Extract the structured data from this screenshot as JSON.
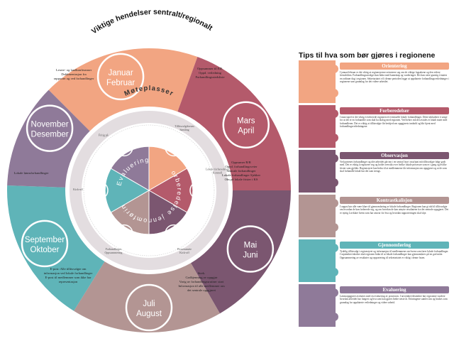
{
  "outer_title": "Viktige hendelser sentralt/regionalt",
  "inner_title": "Møteplasser",
  "colors": {
    "orientering": "#f2a582",
    "forberedelser": "#b45a6b",
    "observasjon": "#7b5670",
    "kontrastkalisjon": "#b39593",
    "gjennomforing": "#5fb4b8",
    "evaluering": "#8f7a99",
    "ring_light": "#e3dde0",
    "text_dark": "#333333"
  },
  "months": [
    {
      "id": "jan-feb",
      "line1": "Januar",
      "line2": "Februar",
      "color": "#f2a582"
    },
    {
      "id": "mar-apr",
      "line1": "Mars",
      "line2": "April",
      "color": "#b45a6b"
    },
    {
      "id": "mai-jun",
      "line1": "Mai",
      "line2": "Juni",
      "color": "#7b5670"
    },
    {
      "id": "jul-aug",
      "line1": "Juli",
      "line2": "August",
      "color": "#b39593"
    },
    {
      "id": "sep-okt",
      "line1": "September",
      "line2": "Oktober",
      "color": "#5fb4b8"
    },
    {
      "id": "nov-des",
      "line1": "November",
      "line2": "Desember",
      "color": "#8f7a99"
    }
  ],
  "ring_texts": [
    {
      "id": "jan-feb-right",
      "lines": [
        "Oppsummer til ED.",
        "Oppd. veiledning",
        "Forhandlingsstedsliste"
      ]
    },
    {
      "id": "jan-feb-left",
      "lines": [
        "Lesere- og landkonferanser",
        "Dokkmentasjon fra",
        "rapporter og ved forhandlinger"
      ]
    },
    {
      "id": "mar-apr-lower",
      "lines": [
        "Oppsumer B/R",
        "Oppd. forhandlingsveier",
        "Sentrale forhandlinger",
        "Lokale forhandlinger Sjekker",
        "Obs på lokale frister i KS"
      ]
    },
    {
      "id": "mai-jun-lower",
      "lines": [
        "Strek.",
        "Godkjenning av oppgjør",
        "Varig av forhandlingssrutine: start",
        "Informasjon til alle medlemmer om",
        "det sentrale oppgjøret"
      ]
    },
    {
      "id": "sep-okt-lower",
      "lines": [
        "E-post: Alle tillitsvalgte om",
        "informasjon ved lokale forhandlinger",
        "E-post til medlemmer som ikke har",
        "representasjon"
      ]
    },
    {
      "id": "nov-des-lower",
      "lines": [
        "Lokale lønnsforhandlinger"
      ]
    }
  ],
  "sectors": [
    {
      "id": "forberedelser",
      "label": "Forberedelser"
    },
    {
      "id": "gjennomforing",
      "label": "Gjennomføring"
    },
    {
      "id": "evaluering",
      "label": "Evaluering"
    }
  ],
  "meeting_labels": [
    {
      "id": "tillitsvalgtforum",
      "lines": [
        "Tillitsvalgtforum",
        "Samling"
      ]
    },
    {
      "id": "lokale-forberedelser",
      "lines": [
        "Lokale forberedelser",
        "Kontroll"
      ]
    },
    {
      "id": "prosessmote",
      "lines": [
        "Prosessmøte",
        "Kick-off"
      ]
    },
    {
      "id": "evalueringsmote",
      "lines": [
        "Forhandlinger",
        "Oppsummering"
      ]
    },
    {
      "id": "kickoff",
      "lines": [
        "Kick-off"
      ]
    },
    {
      "id": "fritidsmote",
      "lines": [
        "Fritig på"
      ]
    }
  ],
  "tips_title": "Tips til hva som bør gjøres i regionene",
  "tips": [
    {
      "id": "orientering",
      "heading": "Orientering",
      "color": "#f2a582",
      "body": "I januar/februar er det viktig at regionstyrene orienterer seg om de viktige fagsakene og den videre fremdriften. Forhandlingsutvalget kan bidra med kunnskap og vurderinger. Det kan være gunstig å møtes en ordinær dag i regionen. Sekretariatet vil i denne perioden legge ut oppdaterte forhandlingsveiledninger i regionene som grunnlag for det videre arbeidet."
    },
    {
      "id": "forberedelser",
      "heading": "Forberedelser",
      "color": "#b45a6b",
      "body": "I mars/april er det viktig å forberede regionen til eventuelle lokale forhandlinger. Dette inkluderer å sørge for at det er en forhandler som skal ha dialog med regionen. Ved behov må det avtales et lokalt møte med forhandleren. Det er viktig at tillitsvalgte får beskjed om oppgjørets innhold og blir kjent med forhandlingsveiledningene."
    },
    {
      "id": "observasjon",
      "heading": "Observasjon",
      "color": "#7b5670",
      "body": "Ved partenes forhandlinger og idet arbeidet går inn i en sentral fase i mai/juni må tillitsvalgte følge godt med. Det er viktig å registrere seg og holde oversikt over hvilke lokale prosesser som er i gang og hvilke frister som gjelder. Regionstyret kan bidra til at medlemmene får informasjon om oppgjøret og at de som skal forhandle lokalt har det som trengs."
    },
    {
      "id": "kontrastkalisjon",
      "heading": "Kontrastkalisjon",
      "color": "#b39593",
      "body": "I august bør alle være klare til gjennomføring av lokale forhandlinger. Regionen kan gi råd til tillitsvalgte om hvordan de kan forberede seg, og om hvordan de kan utnytte resultatene fra det sentrale oppgjøret. Det er nyttig å avklare hvem som har ansvar for hva og hvordan rapporteringen skal skje."
    },
    {
      "id": "gjennomforing",
      "heading": "Gjennomføring",
      "color": "#5fb4b8",
      "body": "Tydelig tillitsvalgt i regionstyret og informasjon til medlemmene om hvem som fører lokale forhandlinger. I september/oktober skal regionen bidra til at lokale forhandlinger kan gjennomføres på en god måte. Oppsummering av resultater og rapportering til sekretariatet er viktig i denne fasen."
    },
    {
      "id": "evaluering",
      "heading": "Evaluering",
      "color": "#8f7a99",
      "body": "Lønnsoppgjøret avsluttes med en evaluering av prosessen. I november/desember bør regionene vurdere hvordan arbeidet har fungert og hva som kan gjøres bedre neste år. Erfaringene samles inn og brukes som grunnlag for oppdaterte veiledninger og videre arbeid."
    }
  ]
}
